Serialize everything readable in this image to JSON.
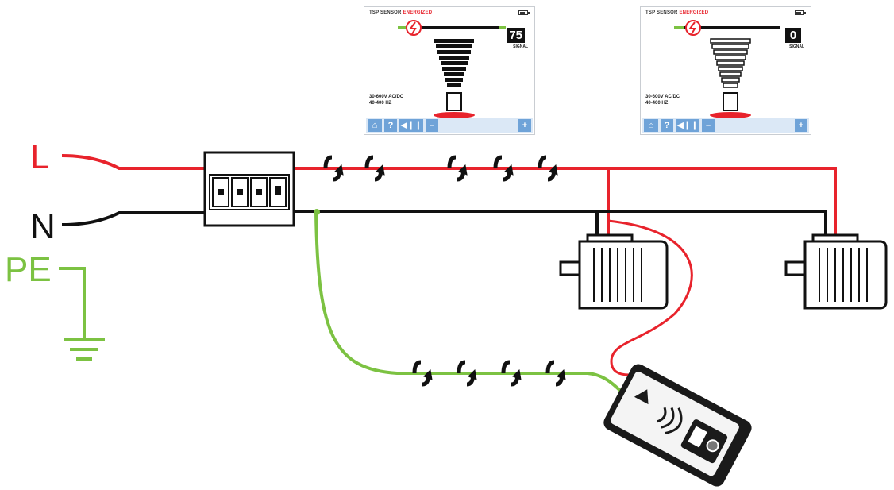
{
  "labels": {
    "line": "L",
    "neutral": "N",
    "protective_earth": "PE"
  },
  "colors": {
    "line": "#e8232c",
    "neutral": "#111111",
    "earth": "#7cc242",
    "screen_accent": "#6fa3d8"
  },
  "screens": [
    {
      "title_prefix": "TSP SENSOR",
      "title_status": "ENERGIZED",
      "signal_value": "75",
      "signal_label": "SIGNAL",
      "spec_line_1": "30-600V AC/DC",
      "spec_line_2": "40-400 HZ",
      "bars_level": 1.0
    },
    {
      "title_prefix": "TSP SENSOR",
      "title_status": "ENERGIZED",
      "signal_value": "0",
      "signal_label": "SIGNAL",
      "spec_line_1": "30-600V AC/DC",
      "spec_line_2": "40-400 HZ",
      "bars_level": 0.0
    }
  ],
  "toolbar_icons": [
    "home-icon",
    "help-icon",
    "volume-icon",
    "minus-icon",
    "plus-icon"
  ],
  "toolbar_glyphs": {
    "help": "?",
    "minus": "–",
    "plus": "+"
  }
}
